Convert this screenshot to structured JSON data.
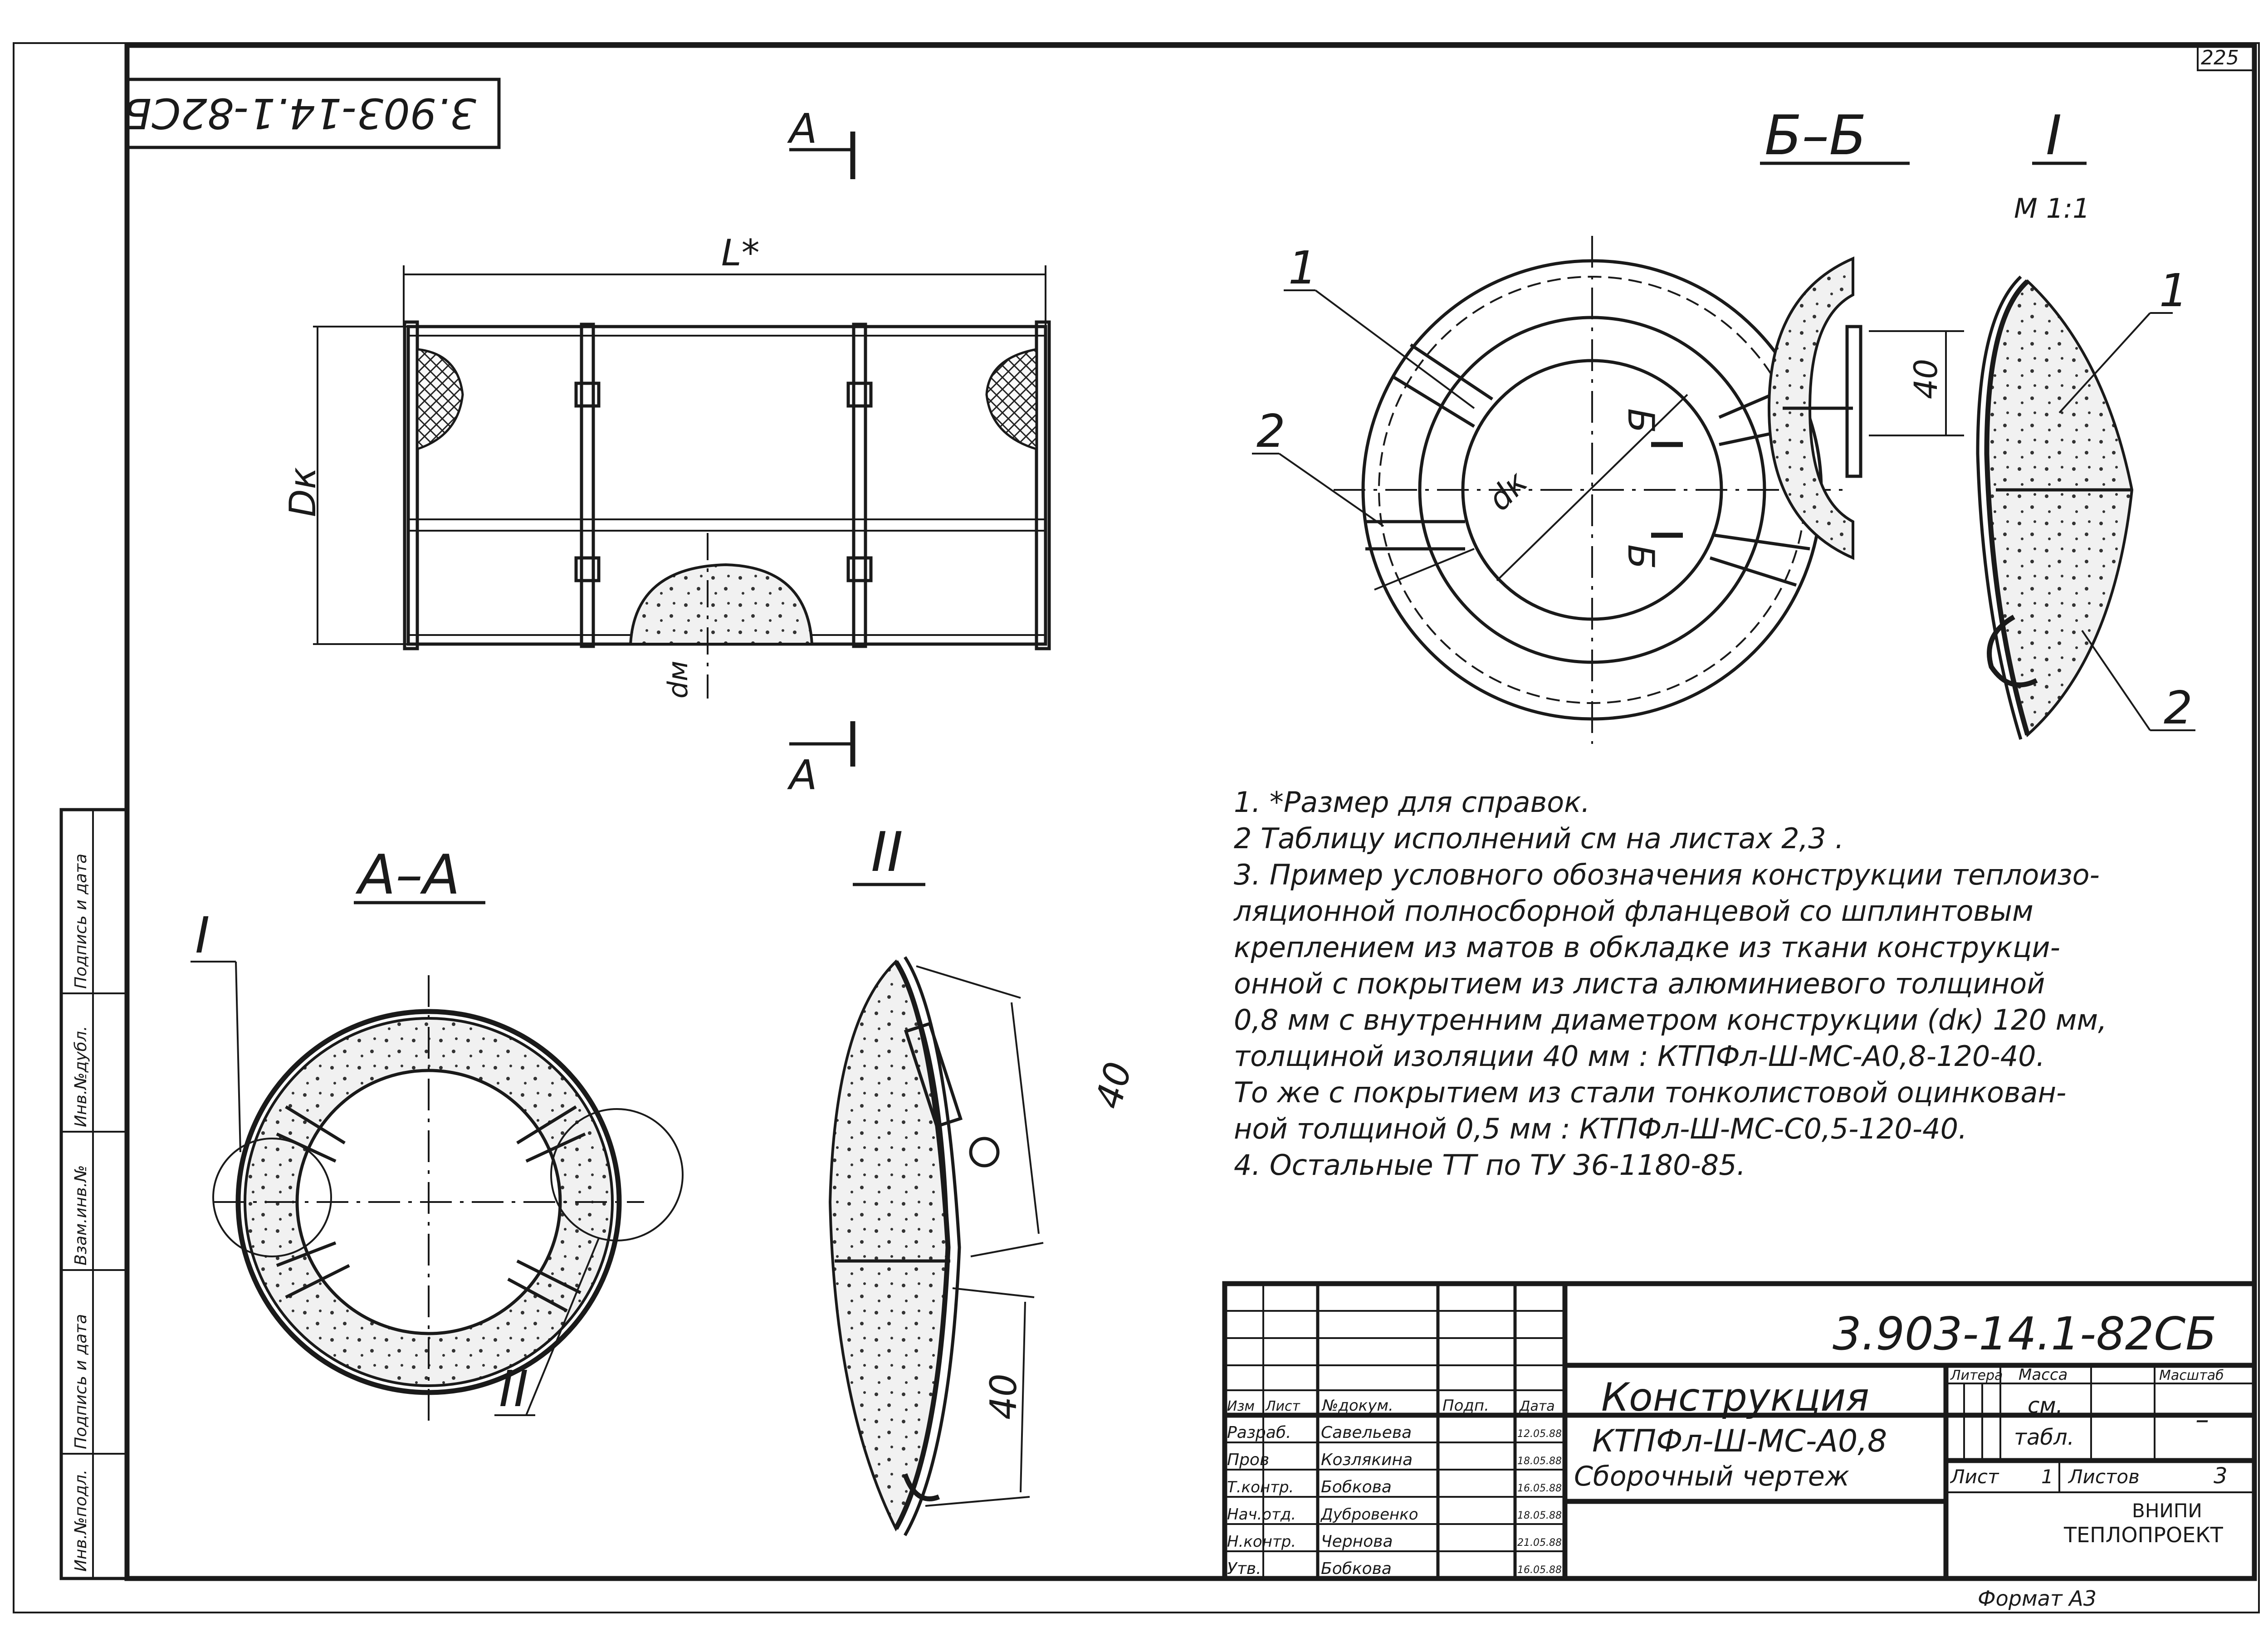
{
  "sheet": {
    "page_number": "225",
    "doc_code_rotated": "3.903-14.1-82СБ",
    "format_label": "Формат А3"
  },
  "views": {
    "section_aa_title": "А–А",
    "section_bb_title": "Б–Б",
    "detail_i_title": "I",
    "detail_ii_title": "II",
    "scale_label": "М 1:1",
    "cut_mark_a_top": "А",
    "cut_mark_a_bottom": "А",
    "cut_mark_b_top": "Б",
    "cut_mark_b_bottom": "Б",
    "dim_length": "L*",
    "dim_outer_diameter": "Dк",
    "dim_inner_diameter": "dк",
    "dim_mat": "dм",
    "dim_40_bb": "40",
    "dim_40_ii_top": "40",
    "dim_40_ii_bottom": "40",
    "leader_1_bb": "1",
    "leader_2_bb": "2",
    "leader_1_i": "1",
    "leader_2_i": "2",
    "leader_i_aa": "I",
    "leader_ii_aa": "II"
  },
  "notes": [
    "1.  *Размер для справок.",
    "2  Таблицу исполнений см на листах 2,3 .",
    "3.  Пример условного обозначения конструкции теплоизо-",
    "ляционной полносборной фланцевой со шплинтовым",
    "креплением из матов в обкладке из ткани конструкци-",
    "онной с покрытием из листа алюминиевого толщиной",
    "0,8 мм с внутренним диаметром конструкции (dк) 120 мм,",
    "толщиной изоляции 40 мм : КТПФл-Ш-МС-А0,8-120-40.",
    "То же с покрытием из стали тонколистовой оцинкован-",
    "ной толщиной 0,5 мм : КТПФл-Ш-МС-С0,5-120-40.",
    "4.  Остальные ТТ по ТУ 36-1180-85."
  ],
  "left_strip": {
    "cells": [
      "Инв.№подл.",
      "Подпись и дата",
      "Взам.инв.№",
      "Инв.№дубл.",
      "Подпись и дата"
    ]
  },
  "title_block": {
    "designation": "3.903-14.1-82СБ",
    "title_line1": "Конструкция",
    "title_line2": "КТПФл-Ш-МС-А0,8",
    "title_line3": "Сборочный чертеж",
    "headers": [
      "Изм",
      "Лист",
      "№докум.",
      "Подп.",
      "Дата"
    ],
    "rows": [
      {
        "role": "Разраб.",
        "name": "Савельева",
        "date": "12.05.88"
      },
      {
        "role": "Пров",
        "name": "Козлякина",
        "date": "18.05.88"
      },
      {
        "role": "Т.контр.",
        "name": "Бобкова",
        "date": "16.05.88"
      },
      {
        "role": "Нач.отд.",
        "name": "Дубровенко",
        "date": "18.05.88"
      },
      {
        "role": "Н.контр.",
        "name": "Чернова",
        "date": "21.05.88"
      },
      {
        "role": "Утв.",
        "name": "Бобкова",
        "date": "16.05.88"
      }
    ],
    "litera_label": "Литера",
    "mass_label": "Масса",
    "scale_label": "Масштаб",
    "mass_value_1": "см.",
    "mass_value_2": "табл.",
    "scale_value": "–",
    "sheet_label": "Лист",
    "sheet_value": "1",
    "sheets_label": "Листов",
    "sheets_value": "3",
    "org_line1": "ВНИПИ",
    "org_line2": "ТЕПЛОПРОЕКТ"
  }
}
